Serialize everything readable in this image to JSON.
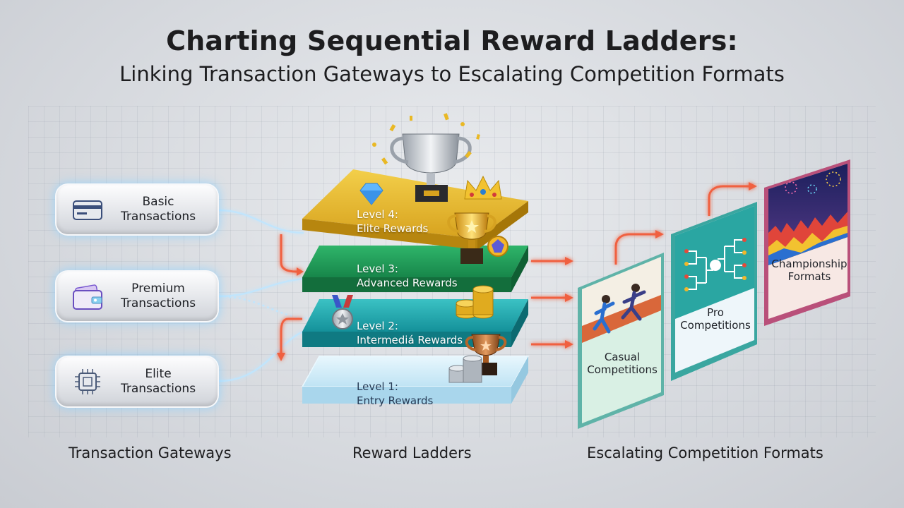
{
  "title": "Charting Sequential Reward Ladders:",
  "subtitle": "Linking Transaction Gateways to Escalating Competition Formats",
  "gateways": [
    {
      "label1": "Basic",
      "label2": "Transactions",
      "icon": "credit-card-icon"
    },
    {
      "label1": "Premium",
      "label2": "Transactions",
      "icon": "wallet-icon"
    },
    {
      "label1": "Elite",
      "label2": "Transactions",
      "icon": "chip-icon"
    }
  ],
  "levels": [
    {
      "title": "Level 4:",
      "name": "Elite Rewards",
      "color": "#e3b52a"
    },
    {
      "title": "Level 3:",
      "name": "Advanced Rewards",
      "color": "#1f9a57"
    },
    {
      "title": "Level 2:",
      "name": "Intermediá Rewards",
      "color": "#1fa6ac"
    },
    {
      "title": "Level 1:",
      "name": "Entry Rewards",
      "color": "#cfeaf7"
    }
  ],
  "formats": [
    {
      "line1": "Casual",
      "line2": "Competitions"
    },
    {
      "line1": "Pro",
      "line2": "Competitions"
    },
    {
      "line1": "Championship",
      "line2": "Formats"
    }
  ],
  "captions": {
    "gateways": "Transaction Gateways",
    "ladders": "Reward Ladders",
    "formats": "Escalating Competition Formats"
  },
  "colors": {
    "arrow": "#f06040",
    "glow": "#8fd4ff"
  }
}
